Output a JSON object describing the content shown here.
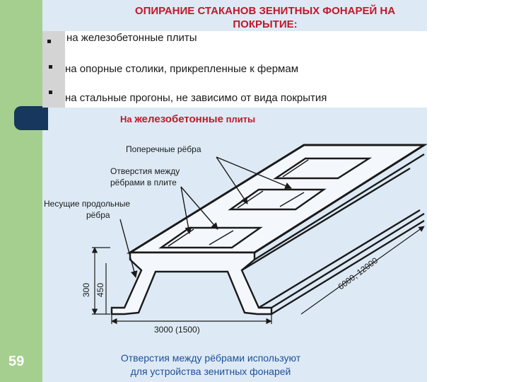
{
  "slide": {
    "title_line1": "ОПИРАНИЕ СТАКАНОВ ЗЕНИТНЫХ ФОНАРЕЙ НА",
    "title_line2": "ПОКРЫТИЕ:",
    "bullets": [
      "на железобетонные плиты",
      "на опорные столики, прикрепленные к фермам",
      "на стальные прогоны, не зависимо от вида покрытия"
    ],
    "page_number": "59",
    "caption_line1": "Отверстия между рёбрами используют",
    "caption_line2": "для устройства зенитных фонарей"
  },
  "diagram": {
    "subtitle_prefix": "На",
    "subtitle_emphasis": "железобетонные",
    "subtitle_suffix": "плиты",
    "label_cross_ribs": "Поперечные рёбра",
    "label_openings_1": "Отверстия между",
    "label_openings_2": "рёбрами в плите",
    "label_long_ribs_1": "Несущие продольные",
    "label_long_ribs_2": "рёбра",
    "dim_width": "3000   (1500)",
    "dim_length": "6000, 12000",
    "dim_h1": "300",
    "dim_h2": "450"
  },
  "colors": {
    "title": "#c0182a",
    "caption": "#1f4e99",
    "left_bar": "#a5cf8e",
    "tab": "#17375e",
    "slide_bg": "#ddeaf5"
  }
}
